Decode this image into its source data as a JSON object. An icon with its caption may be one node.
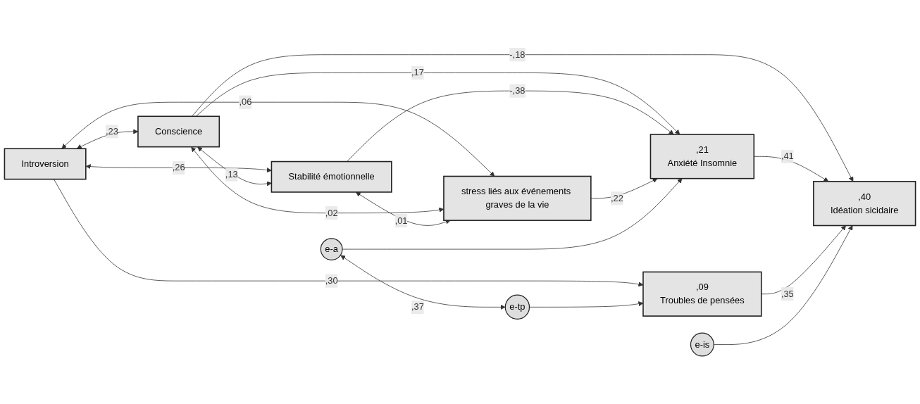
{
  "diagram": {
    "nodes": [
      {
        "text": [
          "Introversion"
        ]
      },
      {
        "text": [
          "Conscience"
        ]
      },
      {
        "text": [
          "Stabilité émotionnelle"
        ]
      },
      {
        "text": [
          "stress liés aux événements graves de la vie"
        ]
      },
      {
        "text": [
          ",21",
          "Anxiété Insomnie"
        ]
      },
      {
        "text": [
          ",09",
          "Troubles de pensées"
        ]
      },
      {
        "text": [
          ",40",
          "Idéation sicidaire"
        ]
      },
      {
        "text": [
          "e-a"
        ]
      },
      {
        "text": [
          "e-tp"
        ]
      },
      {
        "text": [
          "e-is"
        ]
      }
    ],
    "edges": [
      {
        "from": 0,
        "to": 1,
        "arrow": "both",
        "label": ",23"
      },
      {
        "from": 0,
        "to": 2,
        "arrow": "both",
        "label": ",26"
      },
      {
        "from": 0,
        "to": 3,
        "arrow": "both",
        "label": ",06"
      },
      {
        "from": 1,
        "to": 2,
        "arrow": "both",
        "label": ",13"
      },
      {
        "from": 1,
        "to": 3,
        "arrow": "both",
        "label": ",02"
      },
      {
        "from": 2,
        "to": 3,
        "arrow": "both",
        "label": ",01"
      },
      {
        "from": 1,
        "to": 4,
        "arrow": "to",
        "label": ",17"
      },
      {
        "from": 2,
        "to": 4,
        "arrow": "to",
        "label": "-,38"
      },
      {
        "from": 3,
        "to": 4,
        "arrow": "to",
        "label": ",22"
      },
      {
        "from": 0,
        "to": 5,
        "arrow": "to",
        "label": ",30"
      },
      {
        "from": 1,
        "to": 6,
        "arrow": "to",
        "label": "-,18"
      },
      {
        "from": 4,
        "to": 6,
        "arrow": "to",
        "label": ",41"
      },
      {
        "from": 5,
        "to": 6,
        "arrow": "to",
        "label": ",35"
      },
      {
        "from": 7,
        "to": 4,
        "arrow": "to"
      },
      {
        "from": 8,
        "to": 5,
        "arrow": "to"
      },
      {
        "from": 9,
        "to": 6,
        "arrow": "to"
      },
      {
        "from": 7,
        "to": 8,
        "arrow": "both",
        "label": ",37"
      }
    ]
  }
}
